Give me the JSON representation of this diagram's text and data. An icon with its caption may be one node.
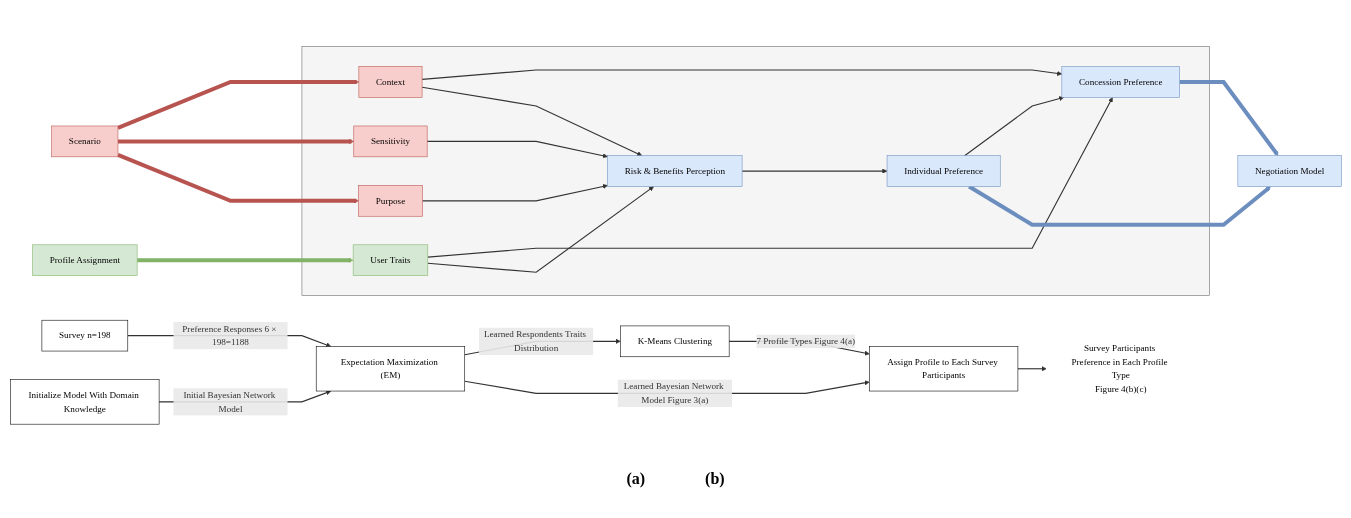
{
  "diagram": {
    "nodes": [
      {
        "text": [
          "Scenario"
        ]
      },
      {
        "text": [],
        "shape": "box"
      },
      {
        "text": [
          "Profile Assignment"
        ]
      },
      {
        "text": [
          "Context"
        ],
        "in": 1
      },
      {
        "text": [
          "Sensitivity"
        ],
        "in": 1
      },
      {
        "text": [
          "Purpose"
        ],
        "in": 1
      },
      {
        "text": [
          "User Traits"
        ],
        "in": 1
      },
      {
        "text": [
          "Risk & Benefits Perception"
        ],
        "in": 1
      },
      {
        "text": [
          "Concession Preference"
        ],
        "in": 1
      },
      {
        "text": [
          "Individual Preference"
        ],
        "in": 1
      },
      {
        "text": [
          "Negotiation Model"
        ]
      },
      {
        "text": [
          "Survey n=198"
        ]
      },
      {
        "text": [
          "Initialize Model With Domain Knowledge"
        ]
      },
      {
        "text": [
          "Expectation Maximization (EM)"
        ]
      },
      {
        "text": [
          "K-Means Clustering"
        ]
      },
      {
        "text": [
          "Assign Profile to Each Survey Participants"
        ]
      },
      {
        "text": [
          "Survey Participants Preference in Each Profile Type",
          "Figure 4(b)(c)"
        ]
      }
    ],
    "edges": [
      {
        "from": 0,
        "to": 3,
        "arrow": "to",
        "style": "thick",
        "color": "#b85450"
      },
      {
        "from": 0,
        "to": 4,
        "arrow": "to",
        "style": "thick",
        "color": "#b85450"
      },
      {
        "from": 0,
        "to": 5,
        "arrow": "to",
        "style": "thick",
        "color": "#b85450"
      },
      {
        "from": 2,
        "to": 6,
        "arrow": "to",
        "style": "thick",
        "color": "#82b366"
      },
      {
        "from": 3,
        "to": 8,
        "arrow": "to"
      },
      {
        "from": 3,
        "to": 7,
        "arrow": "to"
      },
      {
        "from": 4,
        "to": 7,
        "arrow": "to"
      },
      {
        "from": 5,
        "to": 7,
        "arrow": "to"
      },
      {
        "from": 6,
        "to": 8,
        "arrow": "to"
      },
      {
        "from": 6,
        "to": 7,
        "arrow": "to"
      },
      {
        "from": 7,
        "to": 9,
        "arrow": "to"
      },
      {
        "from": 9,
        "to": 8,
        "arrow": "to"
      },
      {
        "from": 8,
        "to": 10,
        "arrow": "to",
        "style": "thick",
        "color": "#6c8ebf"
      },
      {
        "from": 9,
        "to": 10,
        "arrow": "to",
        "style": "thick",
        "color": "#6c8ebf"
      },
      {
        "from": 11,
        "to": 13,
        "arrow": "to",
        "label": "Preference Responses 6 × 198=1188"
      },
      {
        "from": 12,
        "to": 13,
        "arrow": "to",
        "label": "Initial Bayesian Network Model"
      },
      {
        "from": 13,
        "to": 14,
        "arrow": "to",
        "label": "Learned Respondents Traits Distribution"
      },
      {
        "from": 13,
        "to": 15,
        "arrow": "to",
        "label": "Learned Bayesian Network Model Figure 3(a)"
      },
      {
        "from": 14,
        "to": 15,
        "arrow": "to",
        "label": "7 Profile Types Figure 4(a)"
      },
      {
        "from": 15,
        "to": 16,
        "arrow": "to"
      }
    ],
    "labels": [
      "(a)",
      "(b)"
    ]
  }
}
